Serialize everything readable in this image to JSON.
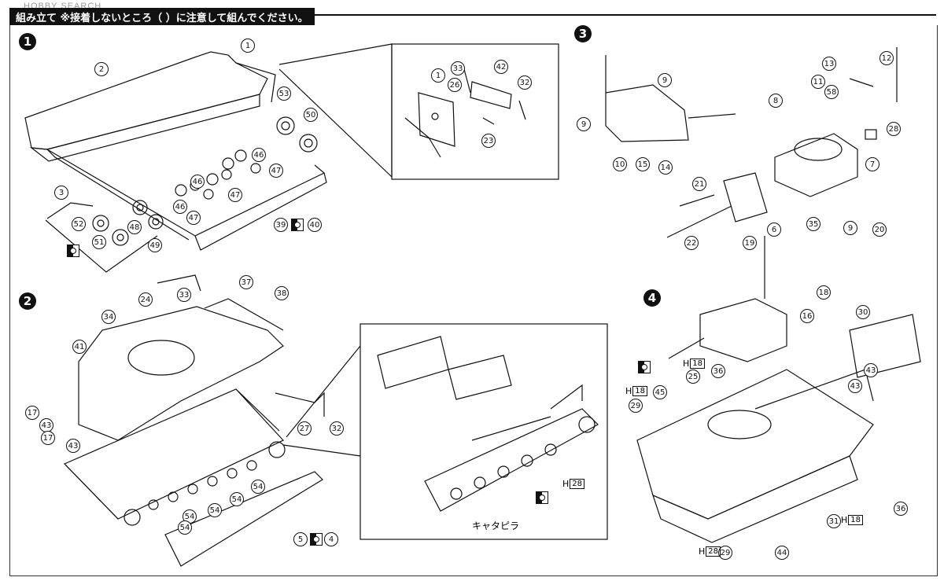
{
  "header": {
    "watermark": "HOBBY SEARCH",
    "instruction": "組み立て ※接着しないところ（ ）に注意して組んでください。"
  },
  "steps": [
    "1",
    "2",
    "3",
    "4"
  ],
  "callouts": {
    "s1": [
      "1",
      "2",
      "53",
      "50",
      "46",
      "47",
      "46",
      "47",
      "3",
      "46",
      "47",
      "52",
      "51",
      "48",
      "49",
      "39",
      "40"
    ],
    "s1_inset": [
      "1",
      "33",
      "26",
      "42",
      "32",
      "23"
    ],
    "s2": [
      "37",
      "38",
      "24",
      "33",
      "34",
      "41",
      "17",
      "43",
      "17",
      "43",
      "27",
      "32",
      "54",
      "54",
      "54",
      "54",
      "54",
      "5",
      "4"
    ],
    "s3": [
      "9",
      "9",
      "10",
      "15",
      "14",
      "8",
      "11",
      "13",
      "12",
      "58",
      "28",
      "7",
      "21",
      "22",
      "19",
      "6",
      "35",
      "9",
      "20"
    ],
    "s4": [
      "18",
      "16",
      "30",
      "43",
      "43",
      "45",
      "29",
      "25",
      "36",
      "36",
      "31",
      "44",
      "29"
    ]
  },
  "runners": {
    "h28a": "H",
    "h28a_num": "28",
    "h18a": "H",
    "h18a_num": "18",
    "h18b": "H",
    "h18b_num": "18",
    "h18c": "H",
    "h18c_num": "18",
    "h28b": "H",
    "h28b_num": "28"
  },
  "inset_label": "キャタピラ",
  "colors": {
    "ink": "#111111",
    "paper": "#ffffff"
  }
}
